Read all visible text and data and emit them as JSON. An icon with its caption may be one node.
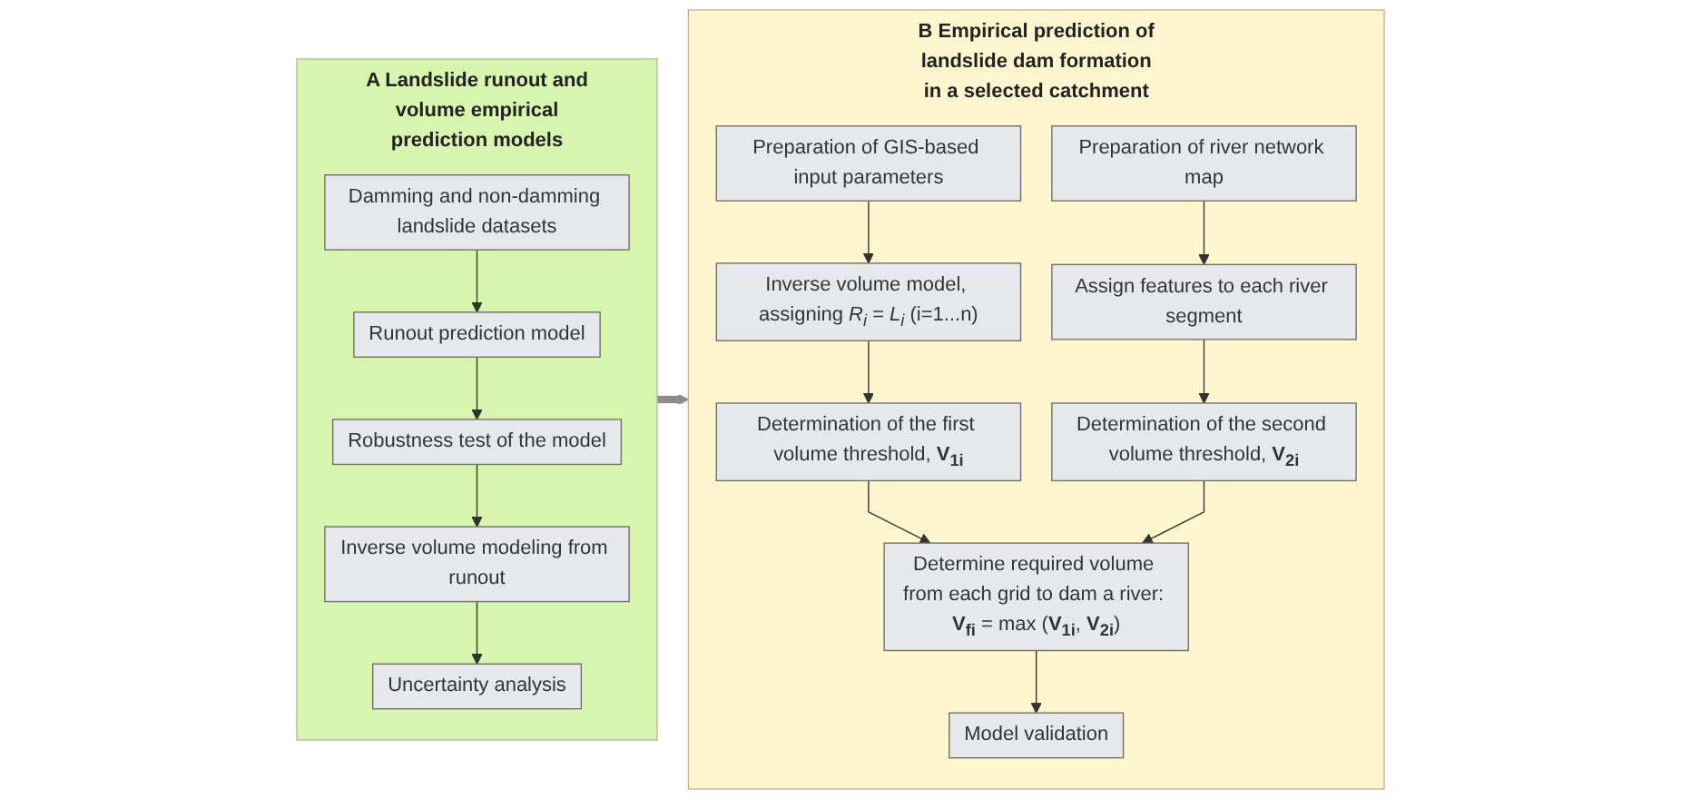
{
  "diagram": {
    "nodes": [
      {
        "text": [
          "A",
          "Landslide runout and volume empirical prediction models"
        ]
      },
      {
        "text": [
          "Damming and non-damming landslide datasets"
        ],
        "in": 0
      },
      {
        "text": [
          "Runout prediction model"
        ],
        "in": 0
      },
      {
        "text": [
          "Robustness test of the model"
        ],
        "in": 0
      },
      {
        "text": [
          "Inverse volume modeling from runout"
        ],
        "in": 0
      },
      {
        "text": [
          "Uncertainty analysis"
        ],
        "in": 0
      },
      {
        "text": [
          "B",
          "Empirical prediction of landslide dam formation in a selected catchment"
        ]
      },
      {
        "text": [
          "Preparation of GIS-based input parameters"
        ],
        "in": 6
      },
      {
        "text": [
          "Preparation of river network map"
        ],
        "in": 6
      },
      {
        "text": [
          "Inverse volume model, assigning *R$_{i}$* = *L$_{i}$* (i=1...n)"
        ],
        "in": 6
      },
      {
        "text": [
          "Assign features to each river segment"
        ],
        "in": 6
      },
      {
        "text": [
          "Determination of the first volume threshold, **V$_{1i}$**"
        ],
        "in": 6
      },
      {
        "text": [
          "Determination of the second volume threshold, **V$_{2i}$**"
        ],
        "in": 6
      },
      {
        "text": [
          "Determine required volume from each grid to dam a river: **V$_{fi}$** = max (**V$_{1i}$**, **V$_{2i}$**)"
        ],
        "in": 6
      },
      {
        "text": [
          "Model validation"
        ],
        "in": 6
      }
    ],
    "edges": [
      {
        "from": 1,
        "to": 2,
        "arrow": "to"
      },
      {
        "from": 2,
        "to": 3,
        "arrow": "to"
      },
      {
        "from": 3,
        "to": 4,
        "arrow": "to"
      },
      {
        "from": 4,
        "to": 5,
        "arrow": "to"
      },
      {
        "from": 0,
        "to": 6,
        "arrow": "to",
        "style": "thick",
        "color": "#8c8c8c"
      },
      {
        "from": 7,
        "to": 9,
        "arrow": "to"
      },
      {
        "from": 9,
        "to": 11,
        "arrow": "to"
      },
      {
        "from": 8,
        "to": 10,
        "arrow": "to"
      },
      {
        "from": 10,
        "to": 12,
        "arrow": "to"
      },
      {
        "from": 11,
        "to": 13,
        "arrow": "to"
      },
      {
        "from": 12,
        "to": 13,
        "arrow": "to"
      },
      {
        "from": 13,
        "to": 14,
        "arrow": "to"
      }
    ]
  }
}
